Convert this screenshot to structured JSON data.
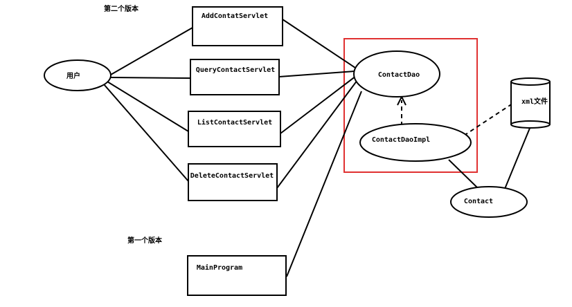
{
  "labels": {
    "version2": "第二个版本",
    "version1": "第一个版本",
    "user": "用户",
    "add_servlet": "AddContatServlet",
    "query_servlet": "QueryContactServlet",
    "list_servlet": "ListContactServlet",
    "delete_servlet": "DeleteContactServlet",
    "main_program": "MainProgram",
    "contact_dao": "ContactDao",
    "contact_dao_impl": "ContactDaoImpl",
    "xml_file": "xml文件",
    "contact": "Contact"
  },
  "colors": {
    "line": "#000000",
    "highlight_box": "#e03030",
    "background": "#ffffff"
  }
}
